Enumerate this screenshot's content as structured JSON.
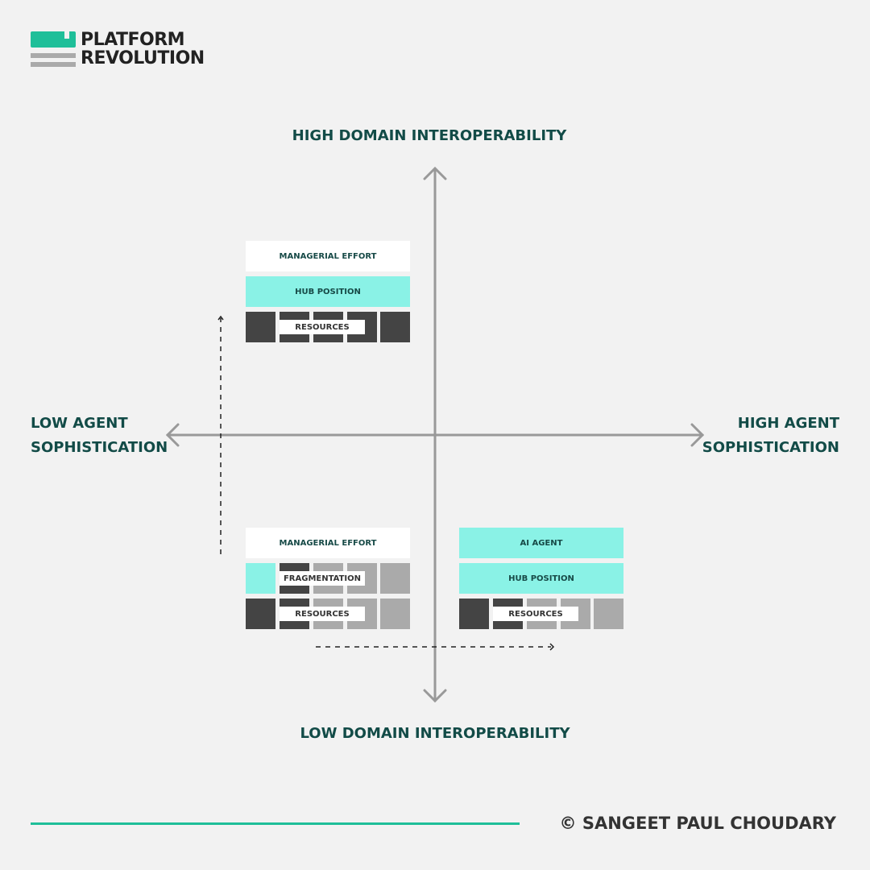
{
  "brand": {
    "line1": "PLATFORM",
    "line2": "REVOLUTION"
  },
  "axes": {
    "top": "HIGH DOMAIN INTEROPERABILITY",
    "bottom": "LOW DOMAIN INTEROPERABILITY",
    "left_1": "LOW AGENT",
    "left_2": "SOPHISTICATION",
    "right_1": "HIGH AGENT",
    "right_2": "SOPHISTICATION"
  },
  "blocks": {
    "top_left": {
      "top": "MANAGERIAL EFFORT",
      "middle": "HUB POSITION",
      "resources": "RESOURCES"
    },
    "bottom_left": {
      "top": "MANAGERIAL EFFORT",
      "fragmentation": "FRAGMENTATION",
      "resources": "RESOURCES"
    },
    "bottom_right": {
      "top": "AI AGENT",
      "middle": "HUB POSITION",
      "resources": "RESOURCES"
    }
  },
  "footer": {
    "copyright": "© SANGEET PAUL CHOUDARY"
  },
  "colors": {
    "accent": "#1fbf99",
    "cyan": "#8af2e6",
    "dark": "#444444",
    "gray": "#aaaaaa",
    "text": "#124b47"
  }
}
